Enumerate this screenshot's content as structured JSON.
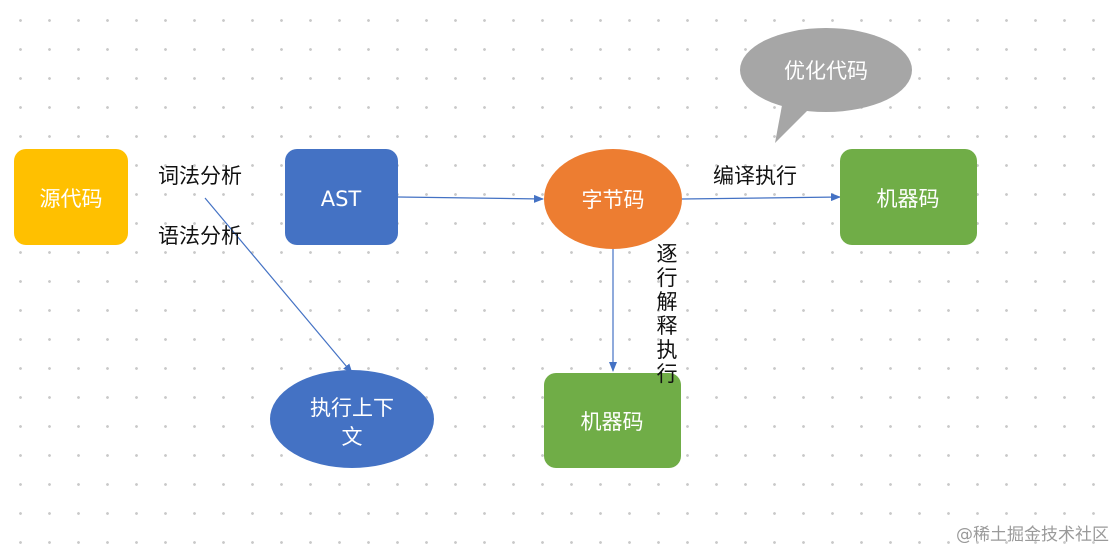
{
  "nodes": {
    "source_code": {
      "label": "源代码",
      "color": "#FFC000"
    },
    "ast": {
      "label": "AST",
      "color": "#4472C4"
    },
    "bytecode": {
      "label": "字节码",
      "color": "#ED7D31"
    },
    "machine_code_right": {
      "label": "机器码",
      "color": "#70AD47"
    },
    "machine_code_bottom": {
      "label": "机器码",
      "color": "#70AD47"
    },
    "exec_context": {
      "label_line1": "执行上下",
      "label_line2": "文",
      "color": "#4472C4"
    },
    "optimize_bubble": {
      "label": "优化代码",
      "color": "#A6A6A6"
    }
  },
  "edges": {
    "lexical": "词法分析",
    "syntax": "语法分析",
    "compile_exec": "编译执行",
    "interpret_chars": [
      "逐",
      "行",
      "解",
      "释",
      "执",
      "行"
    ]
  },
  "watermark": "@稀土掘金技术社区",
  "colors": {
    "arrow": "#4472C4",
    "text": "#111111"
  }
}
